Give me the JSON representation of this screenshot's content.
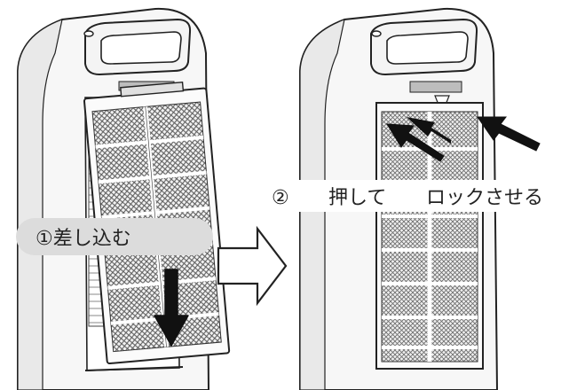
{
  "steps": {
    "step1_label": "①差し込む",
    "step2_number": "②",
    "step2_action1": "押して",
    "step2_action2": "ロックさせる"
  },
  "icons": {
    "insert_arrow": "down-arrow-icon",
    "transition_arrow": "right-outline-arrow-icon",
    "push_arrows": "push-arrow-icon"
  },
  "colors": {
    "line": "#222222",
    "body_fill": "#f7f7f7",
    "mesh": "#5a5a5a",
    "pill": "#dcdcdc",
    "arrow": "#111111"
  }
}
